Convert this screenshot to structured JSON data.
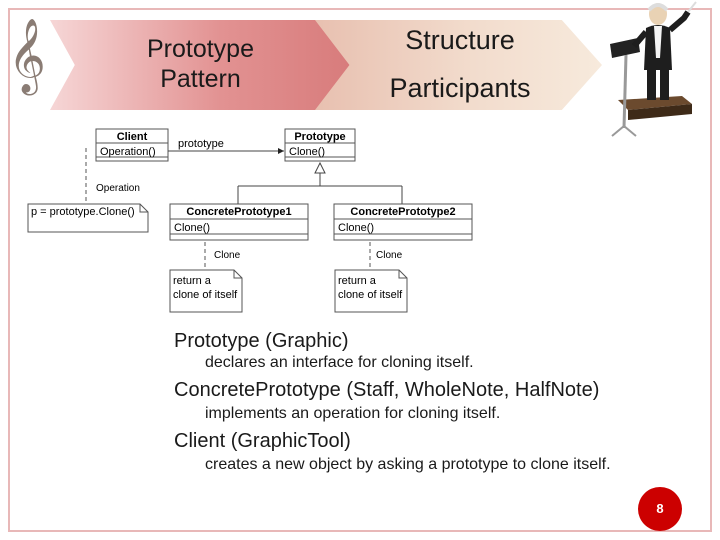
{
  "header": {
    "left_title_line1": "Prototype",
    "left_title_line2": "Pattern",
    "right_title_line1": "Structure",
    "right_title_line2": "Participants"
  },
  "decorations": {
    "clef_icon": "treble-clef-icon",
    "clef_glyph": "𝄞",
    "conductor_icon": "conductor-figure-icon"
  },
  "diagram": {
    "client": {
      "name": "Client",
      "op": "Operation()"
    },
    "assoc_label": "prototype",
    "prototype": {
      "name": "Prototype",
      "op": "Clone()"
    },
    "note_operation_label": "Operation",
    "note_operation_text": "p = prototype.Clone()",
    "concrete1": {
      "name": "ConcretePrototype1",
      "op": "Clone()"
    },
    "concrete2": {
      "name": "ConcretePrototype2",
      "op": "Clone()"
    },
    "clone_label1": "Clone",
    "clone_label2": "Clone",
    "note_return1_line1": "return a",
    "note_return1_line2": "clone of itself",
    "note_return2_line1": "return a",
    "note_return2_line2": "clone of itself"
  },
  "bullets": [
    {
      "term": "Prototype",
      "rest": " (Graphic)",
      "sub": "declares an interface for cloning itself."
    },
    {
      "term": "ConcretePrototype",
      "rest": " (Staff, WholeNote, HalfNote)",
      "sub": "implements an operation for cloning itself."
    },
    {
      "term": "Client",
      "rest": " (GraphicTool)",
      "sub": "creates a new object by asking a prototype to clone itself."
    }
  ],
  "bullet_marker": "",
  "sub_marker": "",
  "page_number": "8",
  "colors": {
    "accent": "#cc0000",
    "arrow_left": "#d77a7a",
    "arrow_right": "#f2dccd",
    "frame": "#e8b8b8"
  }
}
